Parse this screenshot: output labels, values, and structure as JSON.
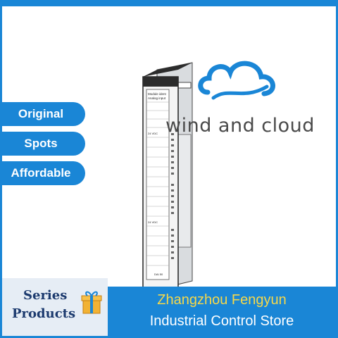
{
  "tags": [
    "Original",
    "Spots",
    "Affordable"
  ],
  "watermark": {
    "text": "wind and cloud",
    "logo": "cloud-logo-icon"
  },
  "module_labels": {
    "header1": "Module ident",
    "header2": "Analog input",
    "vdc1": "24 VDC",
    "vdc2": "24 VDC",
    "model": "DAI 50"
  },
  "bottom": {
    "series_line1": "Series",
    "series_line2": "Products",
    "gift_icon": "gift-icon",
    "store_line1": "Zhangzhou Fengyun",
    "store_line2": "Industrial Control Store"
  },
  "colors": {
    "brand_blue": "#1a86d6",
    "title_yellow": "#f6d84a",
    "series_navy": "#1c3a6e"
  }
}
